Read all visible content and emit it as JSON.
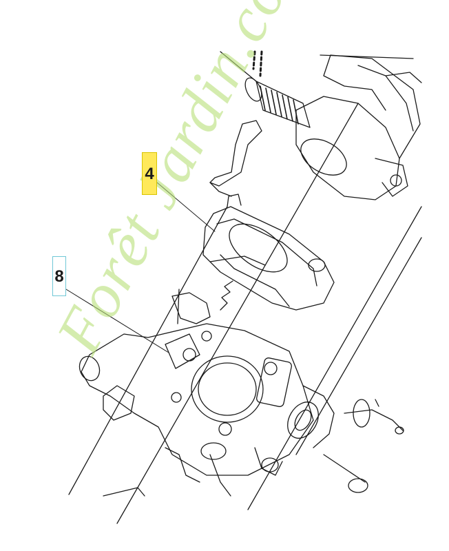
{
  "callouts": {
    "part_4": "4",
    "part_8": "8"
  },
  "watermark": {
    "text": "Forêt Jardin.com"
  },
  "colors": {
    "callout_4_fill": "#ffe95a",
    "callout_8_border": "#6fc7d6",
    "watermark": "#b9e07a",
    "line": "#1a1a1a"
  }
}
